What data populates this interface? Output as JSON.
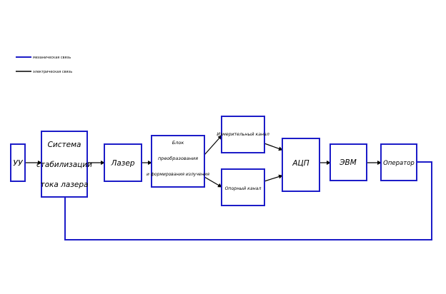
{
  "legend": [
    {
      "label": "механическая связь",
      "color": "#1c1cc8"
    },
    {
      "label": "электрическая связь",
      "color": "#000000"
    }
  ],
  "blocks": {
    "uu": [
      "УУ"
    ],
    "stab": [
      "Система",
      "стабилизации",
      "тока лазера"
    ],
    "laser": [
      "Лазер"
    ],
    "conv": [
      "Блок",
      "преобразования",
      "и формирования излучения"
    ],
    "meas": [
      "Измерительный канал"
    ],
    "ref": [
      "Опорный канал"
    ],
    "adc": [
      "АЦП"
    ],
    "evm": [
      "ЭВМ"
    ],
    "oper": [
      "Оператор"
    ]
  },
  "colors": {
    "block_border": "#1c1cc8",
    "optical_link": "#1c1cc8",
    "electrical_link": "#000000"
  }
}
